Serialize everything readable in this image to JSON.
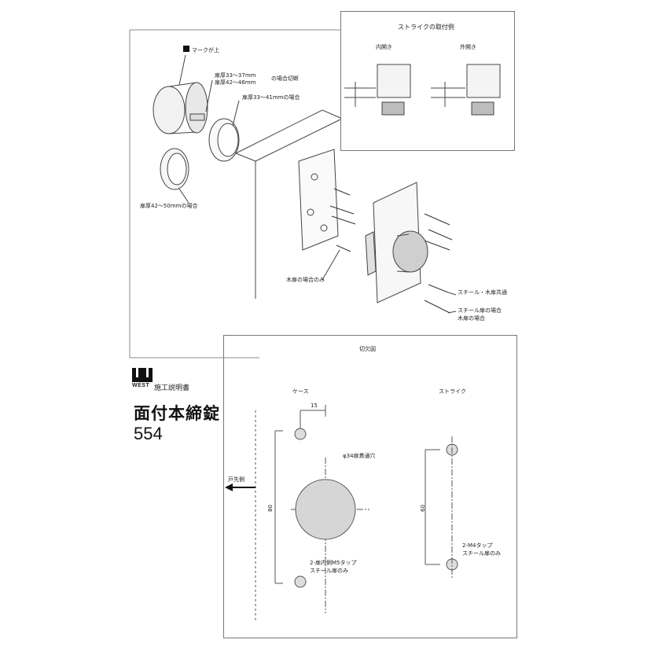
{
  "brand": {
    "name": "WEST",
    "subtitle": "施工説明書"
  },
  "product": {
    "title": "面付本締錠",
    "model": "554"
  },
  "assembly": {
    "mark_up": "マークが上",
    "thickness_switch_1": "扉厚33～37mm",
    "thickness_switch_2": "扉厚42～46mm",
    "switch_note": "の場合切断",
    "thickness_33_41": "扉厚33～41mmの場合",
    "thickness_42_50": "扉厚42～50mmの場合",
    "wood_only": "木扉の場合のみ",
    "steel_wood": "スチール・木扉共通",
    "steel_case": "スチール扉の場合",
    "wood_case": "木扉の場合"
  },
  "strike_example": {
    "title": "ストライクの取付例",
    "inward": "内開き",
    "outward": "外開き"
  },
  "cutout": {
    "title": "切欠図",
    "case_label": "ケース",
    "strike_label": "ストライク",
    "dim_15": "15",
    "dim_80": "80",
    "dim_60": "60",
    "hole_label": "φ34扉貫通穴",
    "door_edge": "戸先側",
    "tap_case_1": "2-扉内側M5タップ",
    "tap_case_2": "スチール扉のみ",
    "tap_strike_1": "2-M4タップ",
    "tap_strike_2": "スチール扉のみ"
  }
}
